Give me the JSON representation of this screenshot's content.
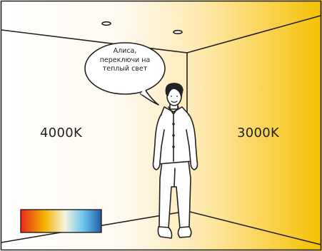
{
  "scene": {
    "speech_bubble": {
      "lines": [
        "Алиса,",
        "переключи на",
        "теплый свет"
      ]
    },
    "left_label": "4000K",
    "right_label": "3000K",
    "colors": {
      "warm": "#f5c000",
      "neutral": "#ffffff",
      "outline": "#222222",
      "scale": [
        "#e8261e",
        "#f7b400",
        "#f6f2dc",
        "#6cc4ef",
        "#1e5ea8"
      ]
    },
    "icons": [
      "ceiling-light-icon",
      "person-illustration",
      "speech-bubble-icon",
      "color-temperature-scale"
    ]
  }
}
